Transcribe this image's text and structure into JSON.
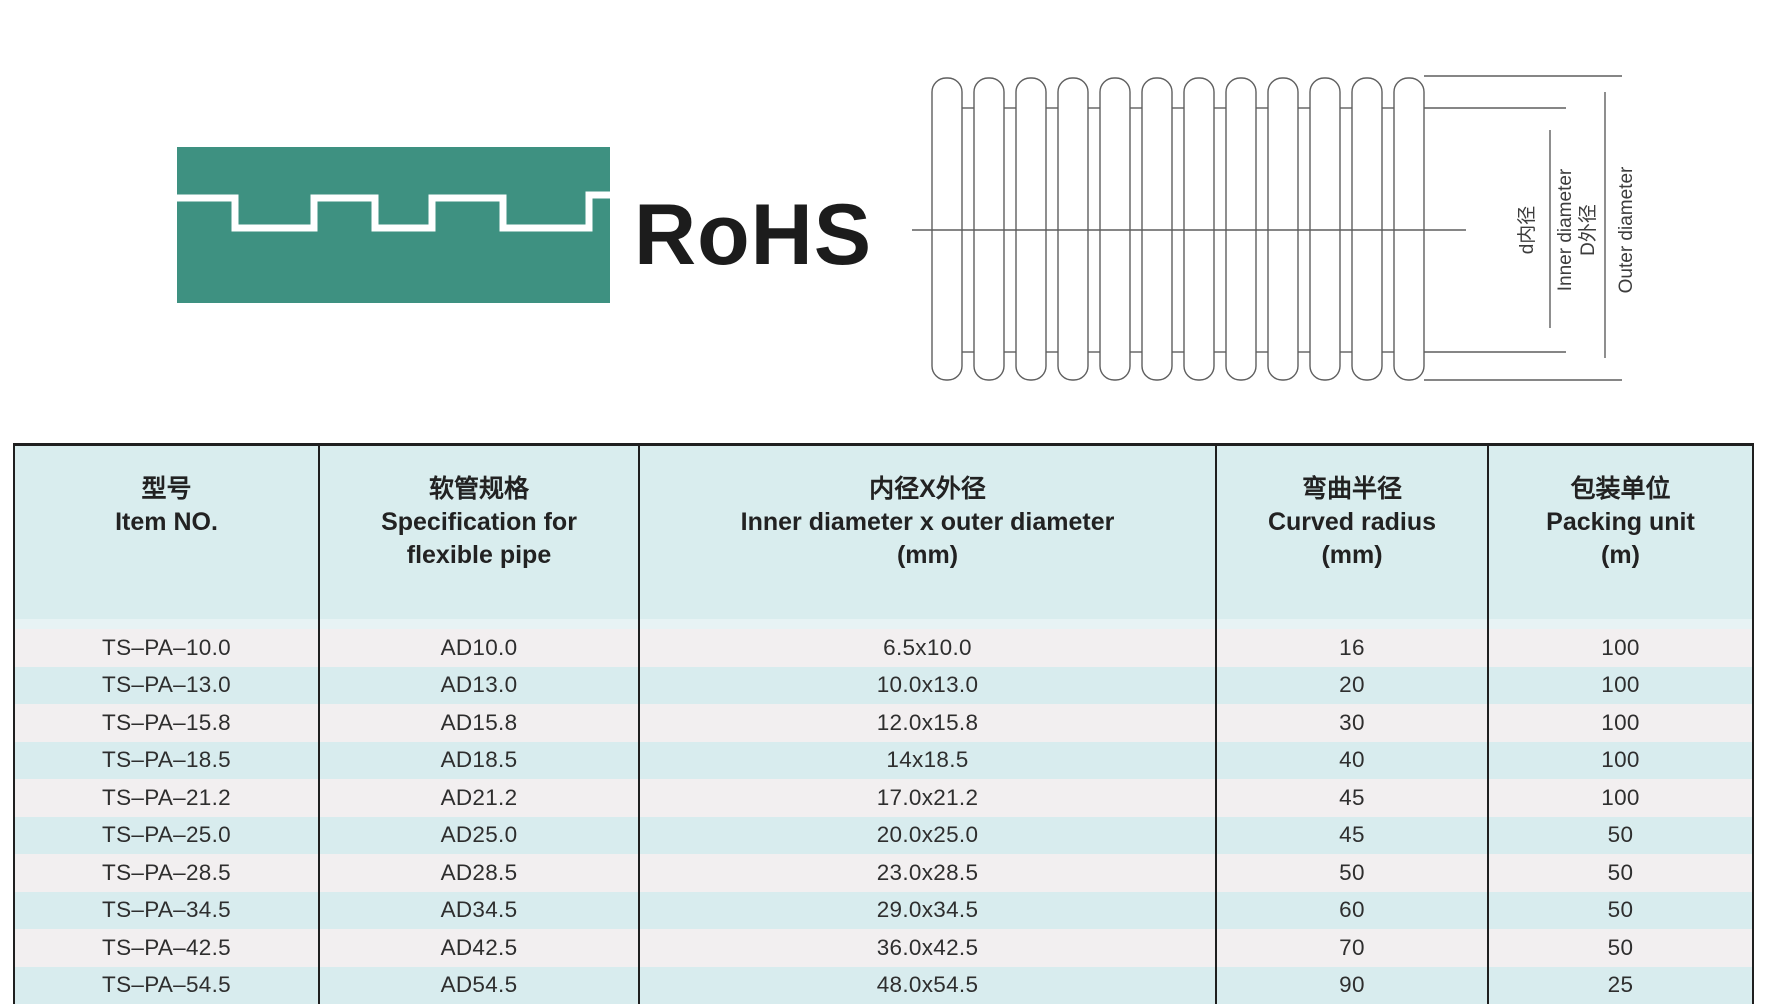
{
  "colors": {
    "logo_green": "#3e9181",
    "header_bg": "#d9edee",
    "spacer_bg": "#e7f3f4",
    "row_light": "#f2eff0",
    "row_teal": "#d8ecee",
    "border": "#1f1f1f",
    "line_gray": "#5f5f5f",
    "text": "#2e2e2e"
  },
  "rohs_label": "RoHS",
  "diagram": {
    "labels": {
      "inner_zh": "d内径",
      "inner_en": "Inner diameter",
      "outer_zh": "D外径",
      "outer_en": "Outer diameter"
    }
  },
  "table": {
    "columns": [
      {
        "zh": "型号",
        "en": "Item NO."
      },
      {
        "zh": "软管规格",
        "en": "Specification for\nflexible pipe"
      },
      {
        "zh": "内径X外径",
        "en": "Inner diameter x outer diameter\n(mm)"
      },
      {
        "zh": "弯曲半径",
        "en": "Curved radius\n(mm)"
      },
      {
        "zh": "包装单位",
        "en": "Packing unit\n(m)"
      }
    ],
    "rows": [
      [
        "TS–PA–10.0",
        "AD10.0",
        "6.5x10.0",
        "16",
        "100"
      ],
      [
        "TS–PA–13.0",
        "AD13.0",
        "10.0x13.0",
        "20",
        "100"
      ],
      [
        "TS–PA–15.8",
        "AD15.8",
        "12.0x15.8",
        "30",
        "100"
      ],
      [
        "TS–PA–18.5",
        "AD18.5",
        "14x18.5",
        "40",
        "100"
      ],
      [
        "TS–PA–21.2",
        "AD21.2",
        "17.0x21.2",
        "45",
        "100"
      ],
      [
        "TS–PA–25.0",
        "AD25.0",
        "20.0x25.0",
        "45",
        "50"
      ],
      [
        "TS–PA–28.5",
        "AD28.5",
        "23.0x28.5",
        "50",
        "50"
      ],
      [
        "TS–PA–34.5",
        "AD34.5",
        "29.0x34.5",
        "60",
        "50"
      ],
      [
        "TS–PA–42.5",
        "AD42.5",
        "36.0x42.5",
        "70",
        "50"
      ],
      [
        "TS–PA–54.5",
        "AD54.5",
        "48.0x54.5",
        "90",
        "25"
      ]
    ]
  }
}
